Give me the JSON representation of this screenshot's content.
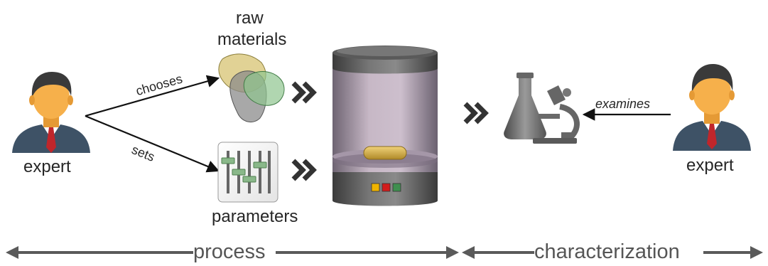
{
  "left_actor": {
    "label": "expert"
  },
  "right_actor": {
    "label": "expert"
  },
  "inputs": {
    "raw_materials_label_line1": "raw",
    "raw_materials_label_line2": "materials",
    "parameters_label": "parameters"
  },
  "edges": {
    "chooses": "chooses",
    "sets": "sets",
    "examines": "examines"
  },
  "phases": {
    "process": "process",
    "characterization": "characterization"
  },
  "colors": {
    "arrow": "#5a5a5a",
    "skin": "#f6b04b",
    "hair": "#3a3a3a",
    "suit": "#3e5266",
    "tie": "#c0262b",
    "reactor_indicator_1": "#f0b400",
    "reactor_indicator_2": "#d21c1c",
    "reactor_indicator_3": "#3f8f4f"
  }
}
